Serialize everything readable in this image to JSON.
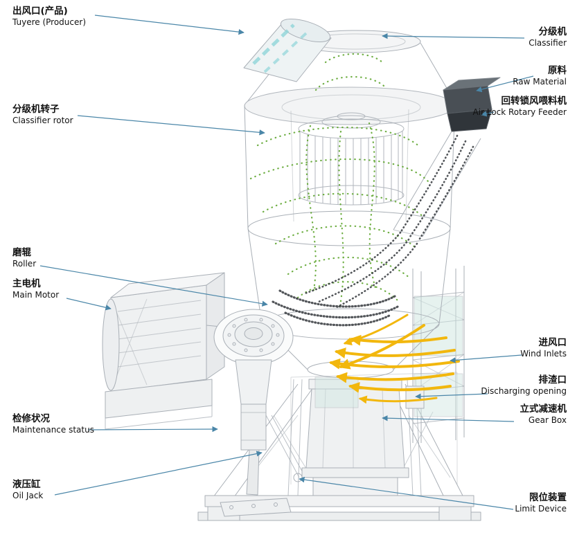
{
  "labels": [
    {
      "zh": "出风口(产品)",
      "en": "Tuyere (Producer)"
    },
    {
      "zh": "分级机",
      "en": "Classifier"
    },
    {
      "zh": "原料",
      "en": "Raw Material"
    },
    {
      "zh": "回转锁风喂料机",
      "en": "Air Lock Rotary Feeder"
    },
    {
      "zh": "分级机转子",
      "en": "Classifier rotor"
    },
    {
      "zh": "磨辊",
      "en": "Roller"
    },
    {
      "zh": "主电机",
      "en": "Main Motor"
    },
    {
      "zh": "进风口",
      "en": "Wind Inlets"
    },
    {
      "zh": "排渣口",
      "en": "Discharging opening"
    },
    {
      "zh": "立式减速机",
      "en": "Gear Box"
    },
    {
      "zh": "检修状况",
      "en": "Maintenance status"
    },
    {
      "zh": "液压缸",
      "en": "Oil Jack"
    },
    {
      "zh": "限位装置",
      "en": "Limit Device"
    }
  ],
  "colors": {
    "leader_line": "#4a86a8",
    "machine_outline": "#a9afb6",
    "airflow_green": "#5fa62f",
    "material_dark": "#34383d",
    "wind_yellow": "#f2b70d",
    "tuyere_cyan": "#8fd4d8",
    "panel_teal": "#cfe6e1"
  }
}
